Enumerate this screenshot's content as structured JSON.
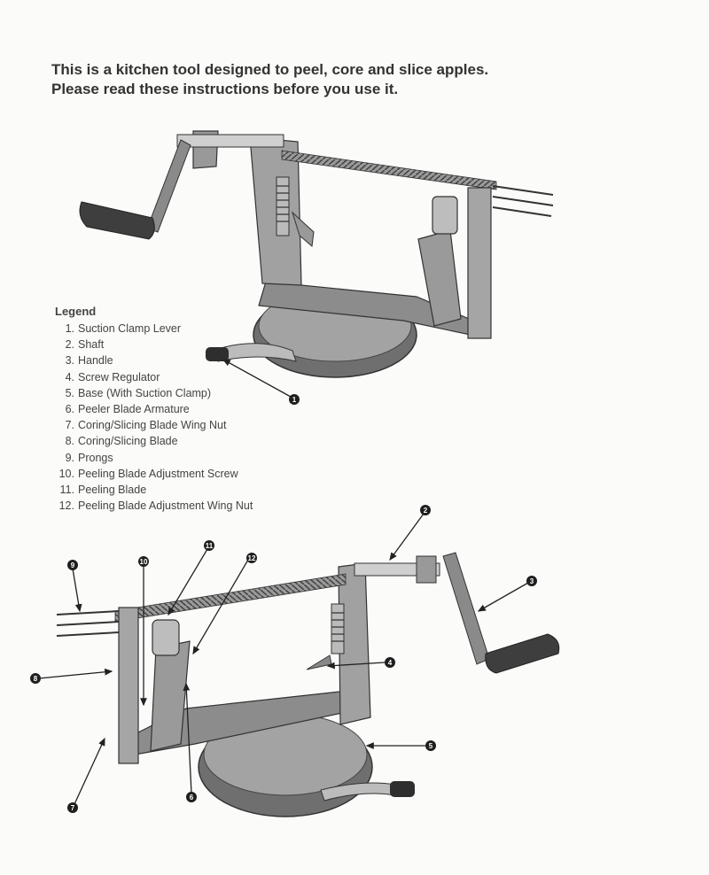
{
  "intro": {
    "line1": "This is a kitchen tool designed to peel, core and slice apples.",
    "line2": "Please read these instructions before you use it."
  },
  "legend": {
    "title": "Legend",
    "items": [
      {
        "num": "1.",
        "label": "Suction Clamp Lever"
      },
      {
        "num": "2.",
        "label": "Shaft"
      },
      {
        "num": "3.",
        "label": "Handle"
      },
      {
        "num": "4.",
        "label": "Screw Regulator"
      },
      {
        "num": "5.",
        "label": "Base (With Suction Clamp)"
      },
      {
        "num": "6.",
        "label": "Peeler Blade Armature"
      },
      {
        "num": "7.",
        "label": "Coring/Slicing Blade Wing Nut"
      },
      {
        "num": "8.",
        "label": "Coring/Slicing Blade"
      },
      {
        "num": "9.",
        "label": "Prongs"
      },
      {
        "num": "10.",
        "label": "Peeling Blade Adjustment Screw"
      },
      {
        "num": "11.",
        "label": "Peeling Blade"
      },
      {
        "num": "12.",
        "label": "Peeling Blade Adjustment Wing Nut"
      }
    ]
  },
  "callouts": {
    "c1": "1",
    "c2": "2",
    "c3": "3",
    "c4": "4",
    "c5": "5",
    "c6": "6",
    "c7": "7",
    "c8": "8",
    "c9": "9",
    "c10": "10",
    "c11": "11",
    "c12": "12"
  }
}
